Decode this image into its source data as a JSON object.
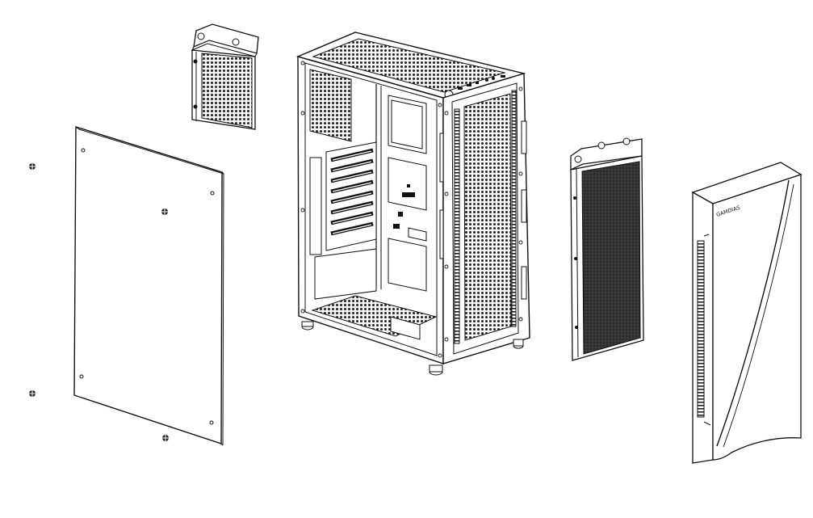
{
  "diagram": {
    "parts": [
      {
        "id": "side-panel",
        "label": ""
      },
      {
        "id": "radiator-120mm",
        "label": ""
      },
      {
        "id": "pc-case-chassis",
        "label": ""
      },
      {
        "id": "radiator-240mm",
        "label": ""
      },
      {
        "id": "front-panel",
        "label": ""
      }
    ],
    "screw_count": 4,
    "front_panel_logo": "GAMDIAS",
    "colors": {
      "line": "#111111",
      "mesh": "#2a2a2a",
      "background": "#ffffff"
    }
  }
}
